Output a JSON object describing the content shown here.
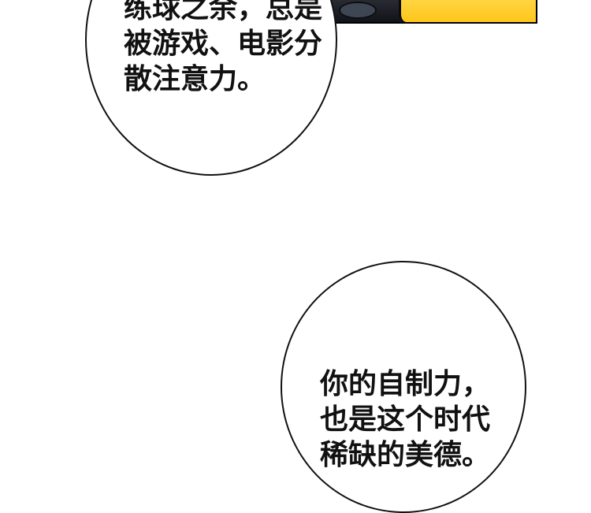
{
  "panels": {
    "top_art": {
      "colors": {
        "dark": "#1d1f24",
        "accent": "#ffc61a",
        "outline": "#000000"
      }
    },
    "bubble_1": {
      "lines": [
        "练球之余，总是",
        "被游戏、电影分",
        "散注意力。"
      ]
    },
    "bubble_2": {
      "lines": [
        "你的自制力，",
        "也是这个时代",
        "稀缺的美德。"
      ]
    }
  }
}
